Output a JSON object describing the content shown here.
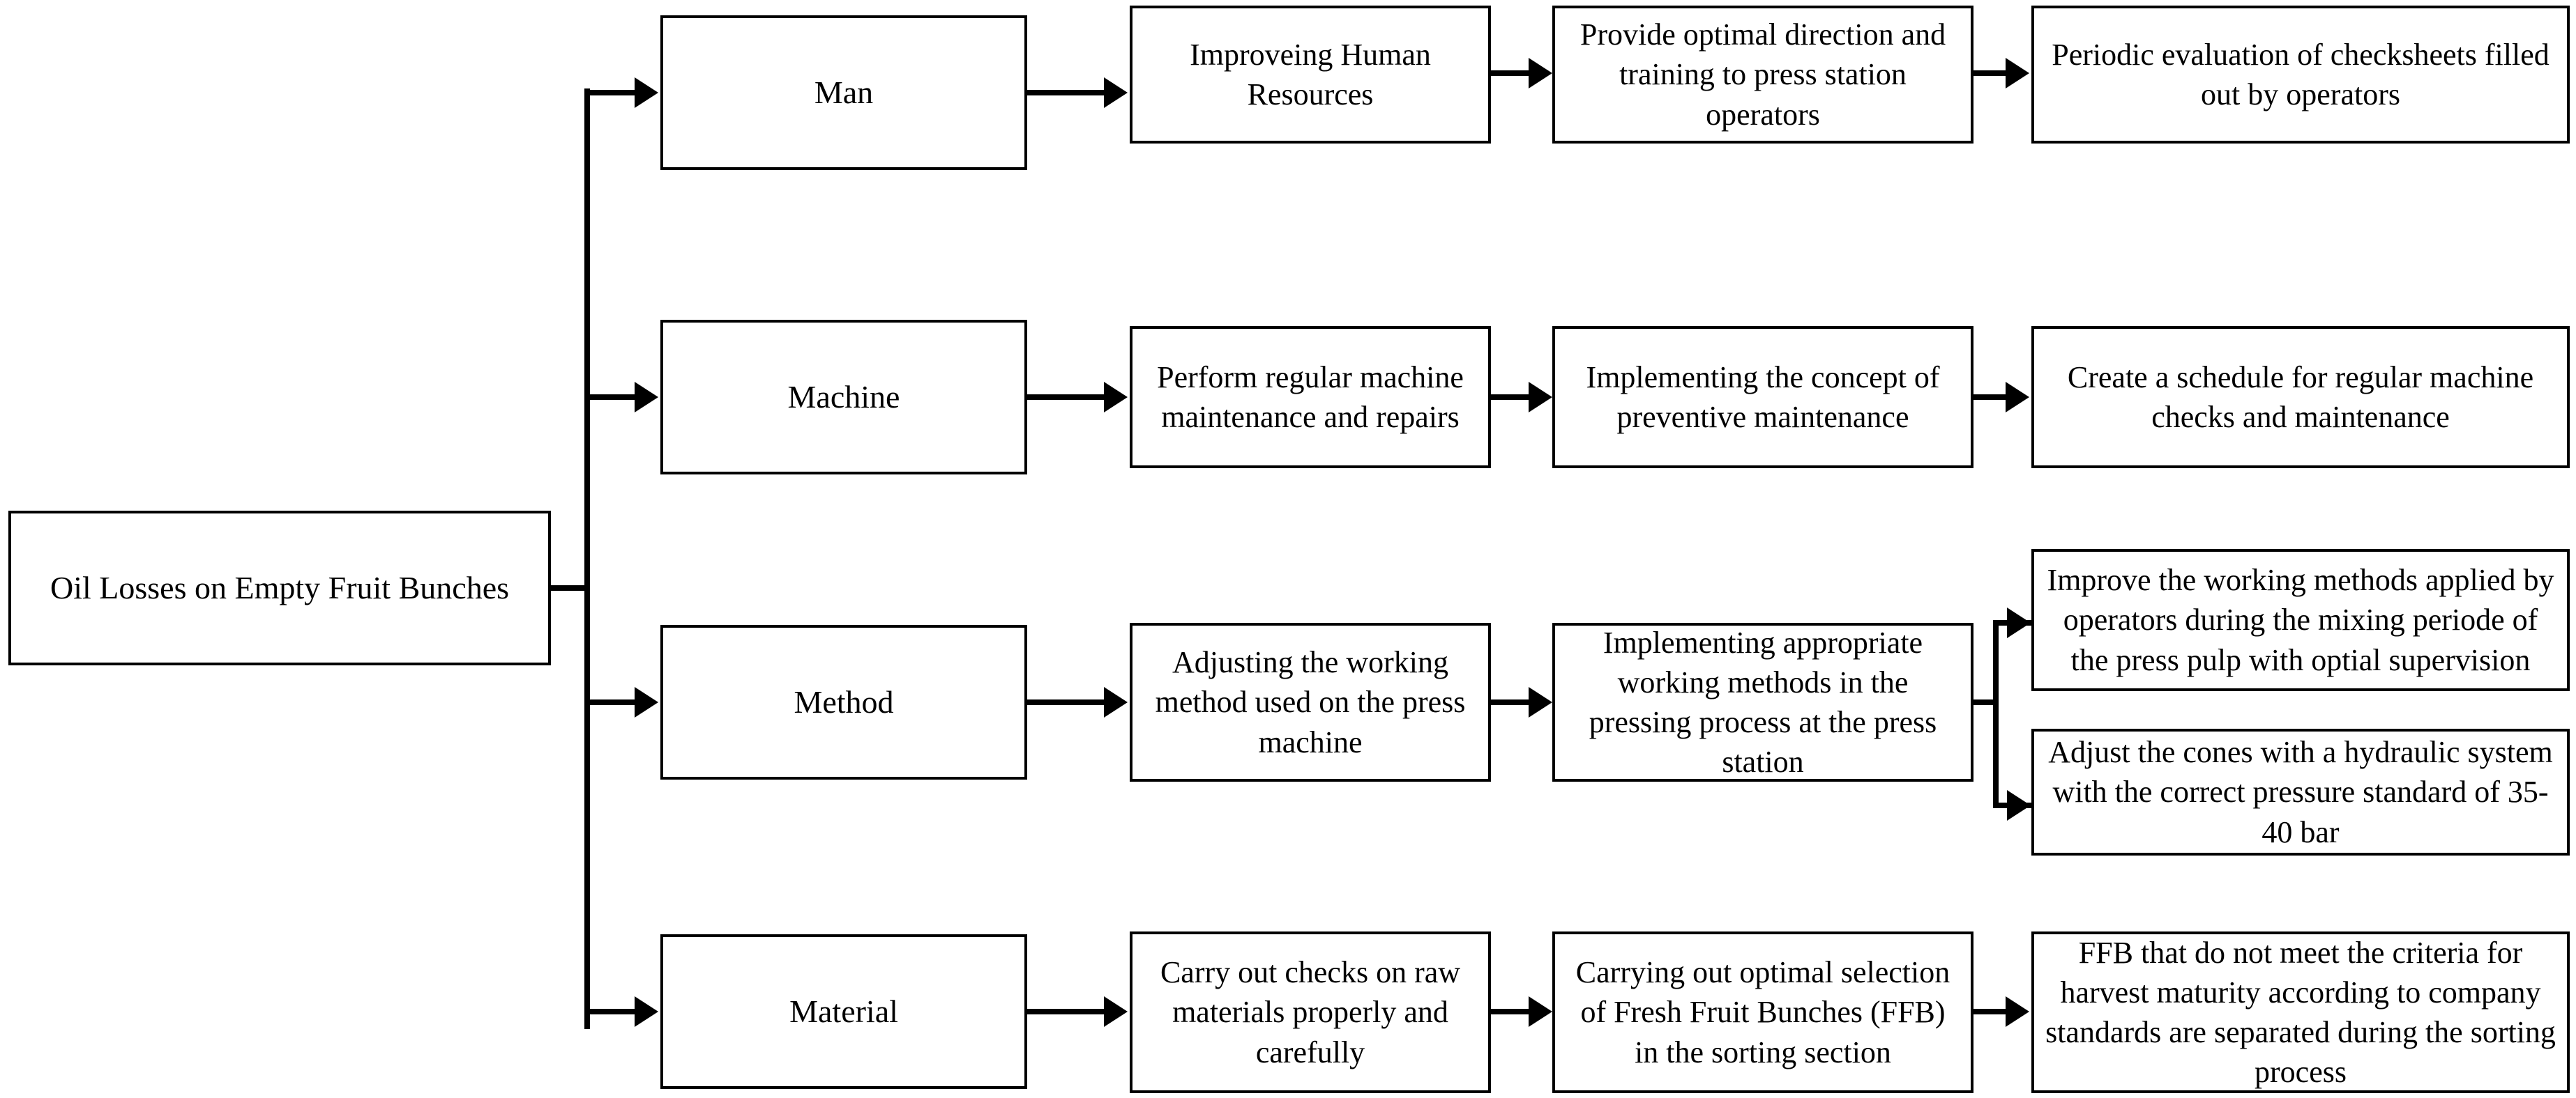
{
  "diagram": {
    "type": "tree-improvement-plan",
    "root": {
      "label": "Oil Losses on Empty Fruit Bunches"
    },
    "categories": [
      {
        "name": "Man",
        "steps": [
          "Improveing Human Resources",
          "Provide optimal direction and training to press station operators",
          "Periodic evaluation of checksheets filled out by operators"
        ]
      },
      {
        "name": "Machine",
        "steps": [
          "Perform regular machine maintenance and repairs",
          "Implementing the concept of preventive maintenance",
          "Create a schedule for regular machine checks and maintenance"
        ]
      },
      {
        "name": "Method",
        "steps": [
          "Adjusting the working method used on the press machine",
          "Implementing appropriate working methods in the pressing process at the press station"
        ],
        "branches": [
          "Improve the working methods applied by operators during the mixing periode of the press pulp with optial supervision",
          "Adjust the cones with a hydraulic system with the correct pressure standard of 35-40 bar"
        ]
      },
      {
        "name": "Material",
        "steps": [
          "Carry out checks on raw materials properly and carefully",
          "Carrying out optimal selection of Fresh Fruit Bunches (FFB) in the sorting section",
          "FFB that do not meet the criteria for harvest maturity according to company standards are separated during the sorting process"
        ]
      }
    ],
    "colors": {
      "line": "#000000",
      "box_fill": "#ffffff",
      "text": "#000000"
    }
  }
}
